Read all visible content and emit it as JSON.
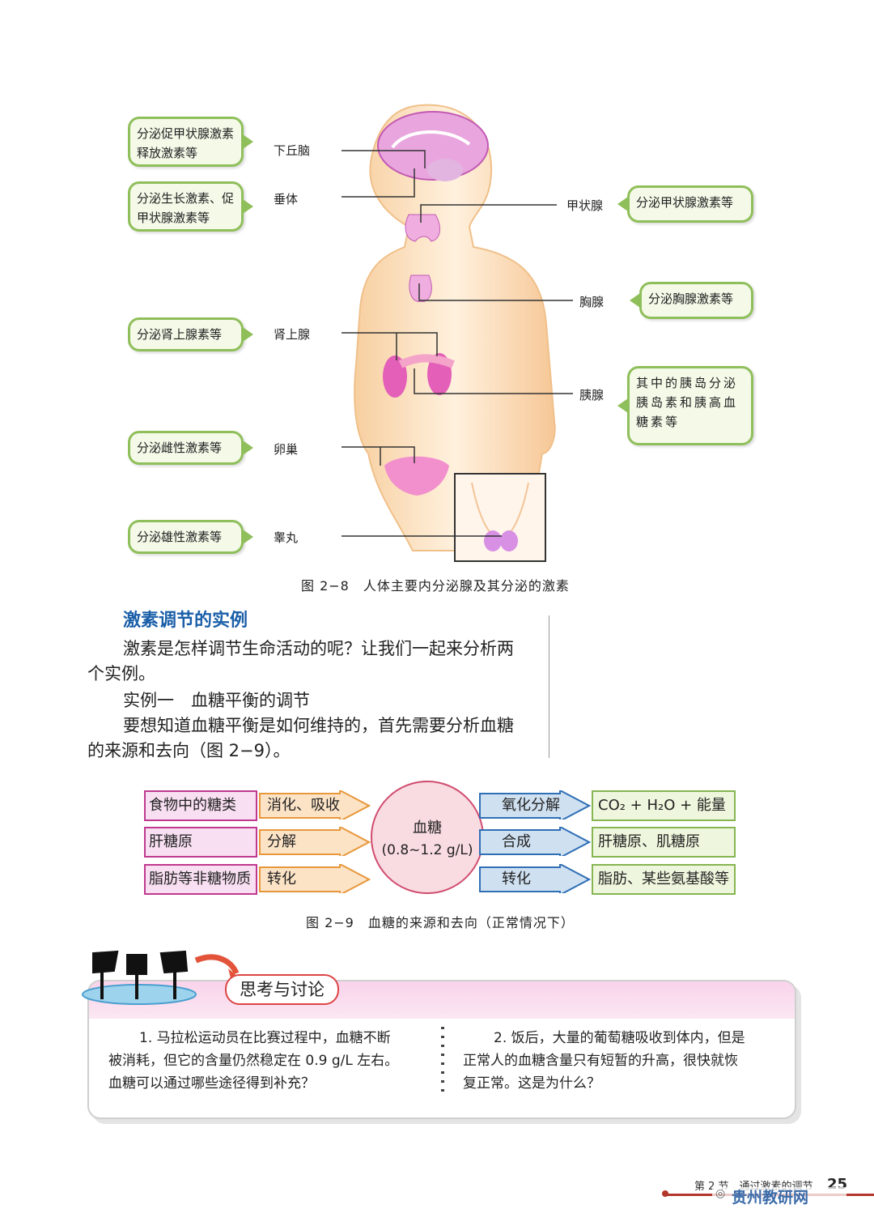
{
  "figure_2_8": {
    "left_callouts": [
      {
        "text_l1": "分泌促甲状腺激素",
        "text_l2": "释放激素等",
        "gland": "下丘脑"
      },
      {
        "text_l1": "分泌生长激素、促",
        "text_l2": "甲状腺激素等",
        "gland": "垂体"
      },
      {
        "text_l1": "分泌肾上腺素等",
        "gland": "肾上腺"
      },
      {
        "text_l1": "分泌雌性激素等",
        "gland": "卵巢"
      },
      {
        "text_l1": "分泌雄性激素等",
        "gland": "睾丸"
      }
    ],
    "right_callouts": [
      {
        "gland": "甲状腺",
        "text_l1": "分泌甲状腺激素等"
      },
      {
        "gland": "胸腺",
        "text_l1": "分泌胸腺激素等"
      },
      {
        "gland": "胰腺",
        "text_l1": "其中的胰岛分泌",
        "text_l2": "胰岛素和胰高血",
        "text_l3": "糖素等"
      }
    ],
    "caption": "图 2−8　人体主要内分泌腺及其分泌的激素"
  },
  "section": {
    "heading": "激素调节的实例",
    "p1_line1": "激素是怎样调节生命活动的呢？让我们一起来分析两",
    "p1_line2": "个实例。",
    "p2": "实例一　血糖平衡的调节",
    "p3_line1": "要想知道血糖平衡是如何维持的，首先需要分析血糖",
    "p3_line2": "的来源和去向（图 2−9）。"
  },
  "figure_2_9": {
    "sources": [
      {
        "name": "食物中的糖类",
        "process": "消化、吸收"
      },
      {
        "name": "肝糖原",
        "process": "分解"
      },
      {
        "name": "脂肪等非糖物质",
        "process": "转化"
      }
    ],
    "center_label": "血糖",
    "center_range": "(0.8~1.2 g/L)",
    "sinks": [
      {
        "process": "氧化分解",
        "name": "CO₂ + H₂O + 能量"
      },
      {
        "process": "合成",
        "name": "肝糖原、肌糖原"
      },
      {
        "process": "转化",
        "name": "脂肪、某些氨基酸等"
      }
    ],
    "caption": "图 2−9　血糖的来源和去向（正常情况下）"
  },
  "discussion": {
    "title": "思考与讨论",
    "q1_line1": "1. 马拉松运动员在比赛过程中，血糖不断",
    "q1_line2": "被消耗，但它的含量仍然稳定在 0.9 g/L 左右。",
    "q1_line3": "血糖可以通过哪些途径得到补充？",
    "q2_line1": "2. 饭后，大量的葡萄糖吸收到体内，但是",
    "q2_line2": "正常人的血糖含量只有短暂的升高，很快就恢",
    "q2_line3": "复正常。这是为什么？"
  },
  "footer": {
    "section_title": "第 2 节　通过激素的调节",
    "page_number": "25",
    "watermark": "贵州教研网"
  },
  "colors": {
    "heading": "#1a5fa8",
    "callout_border": "#8fbf5a",
    "source_border": "#c0398f",
    "sink_border": "#86b552",
    "body_skin": "#fce3c4",
    "gland_pink": "#e35fb8"
  }
}
